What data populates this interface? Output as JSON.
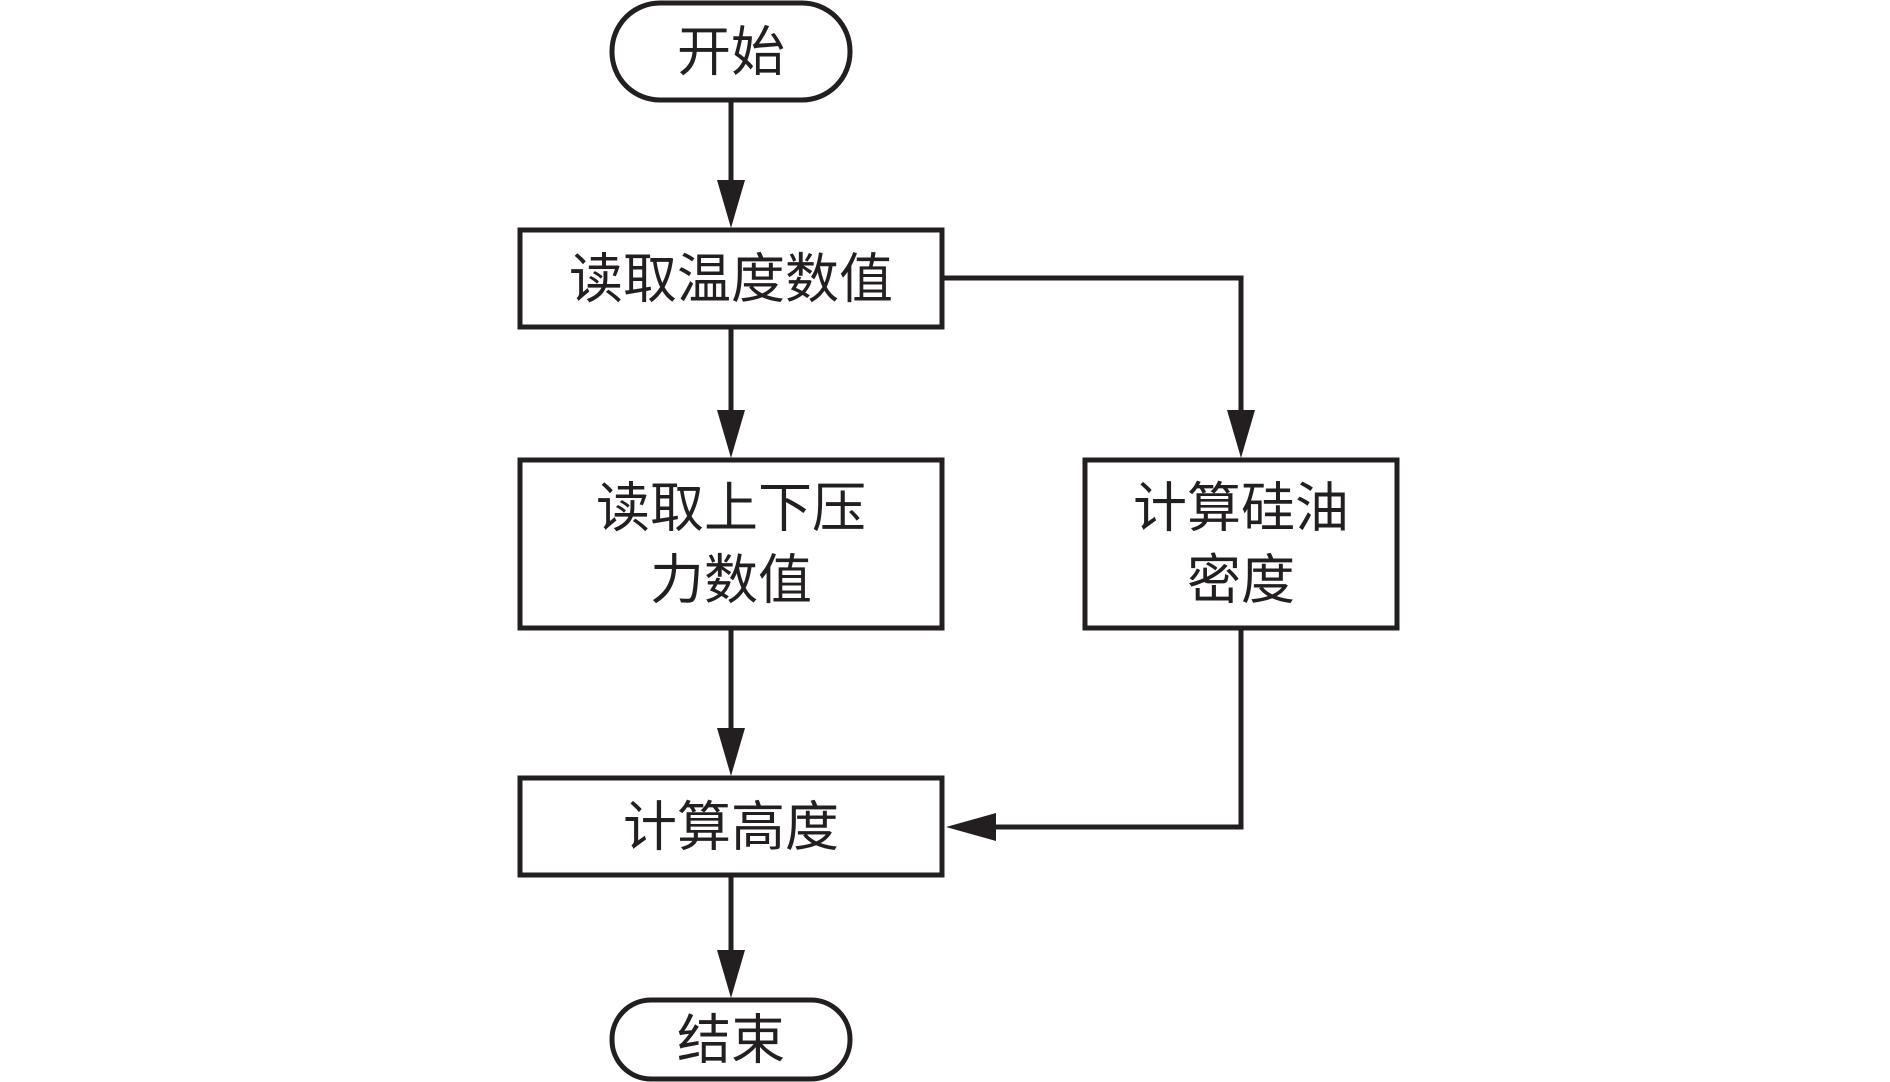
{
  "flowchart": {
    "start_label": "开始",
    "read_temperature_label": "读取温度数值",
    "read_pressure_label_line1": "读取上下压",
    "read_pressure_label_line2": "力数值",
    "oil_density_label_line1": "计算硅油",
    "oil_density_label_line2": "密度",
    "compute_height_label": "计算高度",
    "end_label": "结束"
  }
}
